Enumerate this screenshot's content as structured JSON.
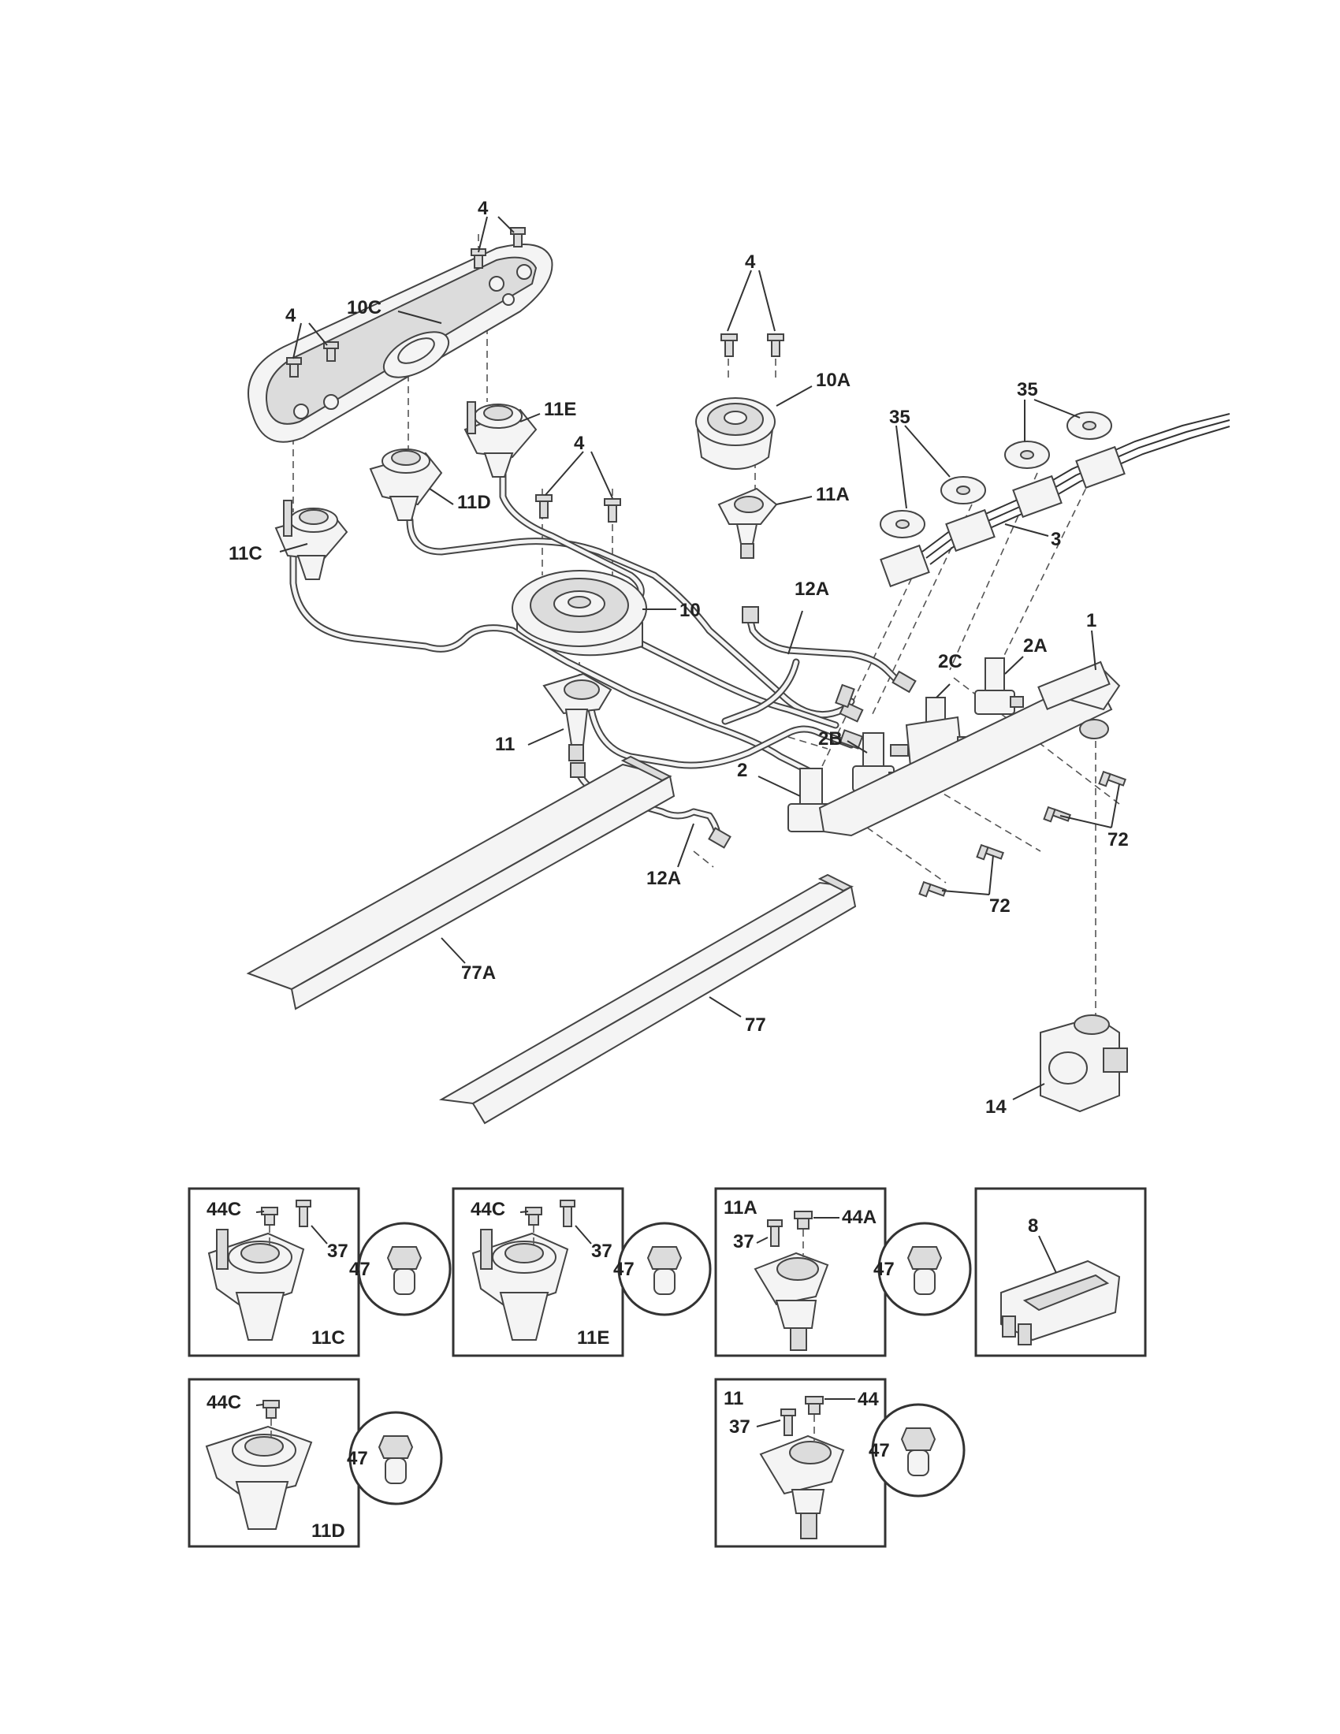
{
  "callouts": {
    "c4_top": "4",
    "c10C": "10C",
    "c4_left": "4",
    "c11E": "11E",
    "c11D": "11D",
    "c11C": "11C",
    "c4_center": "4",
    "c4_right": "4",
    "c10A": "10A",
    "c11A": "11A",
    "c10": "10",
    "c11": "11",
    "c35_top": "35",
    "c35_left": "35",
    "c3": "3",
    "c12A_top": "12A",
    "c2C": "2C",
    "c2A": "2A",
    "c1": "1",
    "c2B": "2B",
    "c2": "2",
    "c12A_bottom": "12A",
    "c72_right": "72",
    "c72_bottom": "72",
    "c77A": "77A",
    "c77": "77",
    "c14": "14"
  },
  "details": [
    {
      "name": "11C",
      "labels": {
        "a": "44C",
        "b": "37",
        "c": "47"
      }
    },
    {
      "name": "11E",
      "labels": {
        "a": "44C",
        "b": "37",
        "c": "47"
      }
    },
    {
      "name": "11A",
      "labels": {
        "a": "11A",
        "b": "44A",
        "c": "37",
        "d": "47"
      }
    },
    {
      "name": "8",
      "labels": {
        "a": "8"
      }
    },
    {
      "name": "11D",
      "labels": {
        "a": "44C",
        "c": "47"
      }
    },
    {
      "name": "11",
      "labels": {
        "a": "11",
        "b": "44",
        "c": "37",
        "d": "47"
      }
    }
  ]
}
